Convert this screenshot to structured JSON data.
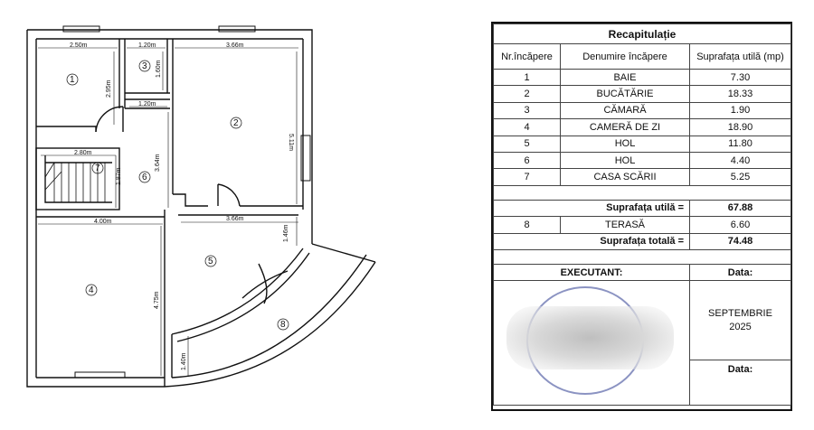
{
  "plan": {
    "dimensions": {
      "d_250": "2.50m",
      "d_120a": "1.20m",
      "d_366a": "3.66m",
      "d_160": "1.60m",
      "d_295": "2.95m",
      "d_120b": "1.20m",
      "d_511": "5.11m",
      "d_280": "2.80m",
      "d_187": "1.87m",
      "d_364": "3.64m",
      "d_400": "4.00m",
      "d_366b": "3.66m",
      "d_146": "1.46m",
      "d_475": "4.75m",
      "d_140": "1.40m"
    },
    "rooms": [
      "1",
      "2",
      "3",
      "4",
      "5",
      "6",
      "7",
      "8"
    ]
  },
  "recap": {
    "title": "Recapitulație",
    "headers": [
      "Nr.încăpere",
      "Denumire încăpere",
      "Suprafața utilă (mp)"
    ],
    "rows": [
      [
        "1",
        "BAIE",
        "7.30"
      ],
      [
        "2",
        "BUCĂTĂRIE",
        "18.33"
      ],
      [
        "3",
        "CĂMARĂ",
        "1.90"
      ],
      [
        "4",
        "CAMERĂ DE ZI",
        "18.90"
      ],
      [
        "5",
        "HOL",
        "11.80"
      ],
      [
        "6",
        "HOL",
        "4.40"
      ],
      [
        "7",
        "CASA SCĂRII",
        "5.25"
      ]
    ],
    "useful_label": "Suprafața utilă =",
    "useful_value": "67.88",
    "terrace": [
      "8",
      "TERASĂ",
      "6.60"
    ],
    "total_label": "Suprafața totală =",
    "total_value": "74.48",
    "executant_label": "EXECUTANT:",
    "date_label_1": "Data:",
    "date_value": "SEPTEMBRIE 2025",
    "date_label_2": "Data:"
  }
}
